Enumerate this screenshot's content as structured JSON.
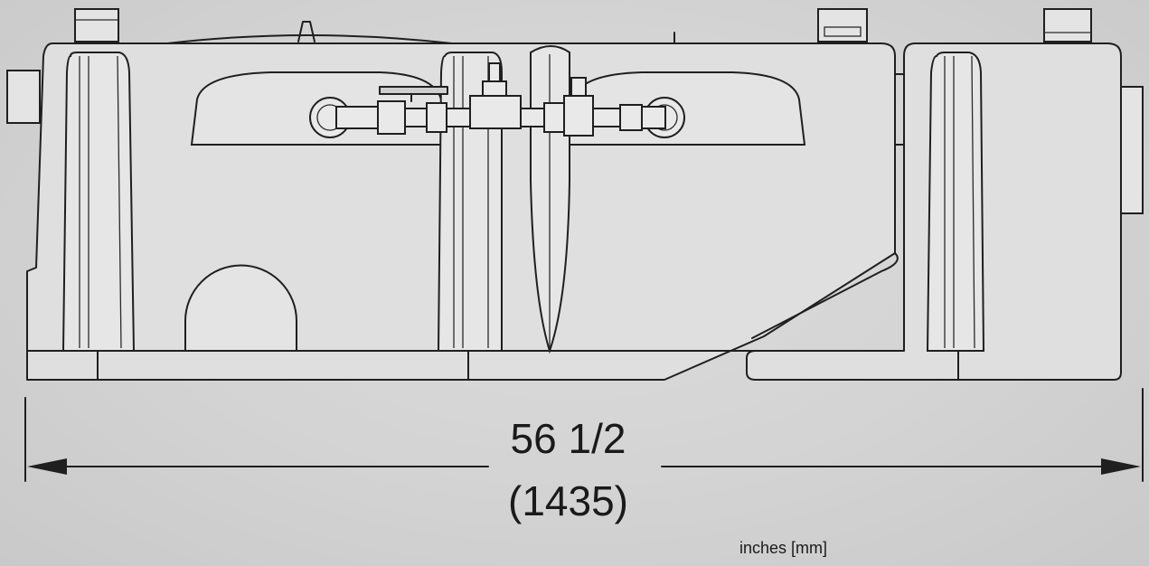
{
  "dimension": {
    "primary": "56 1/2",
    "secondary": "(1435)"
  },
  "units_note": "inches [mm]",
  "colors": {
    "background": "#d2d2d2",
    "line": "#1f1f1f"
  }
}
